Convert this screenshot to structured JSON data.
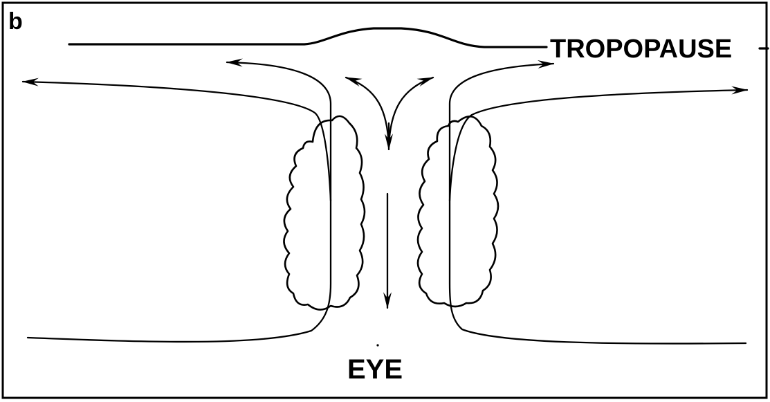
{
  "diagram": {
    "panel_label": "b",
    "tropopause_label": "TROPOPAUSE",
    "eye_label": "EYE"
  }
}
